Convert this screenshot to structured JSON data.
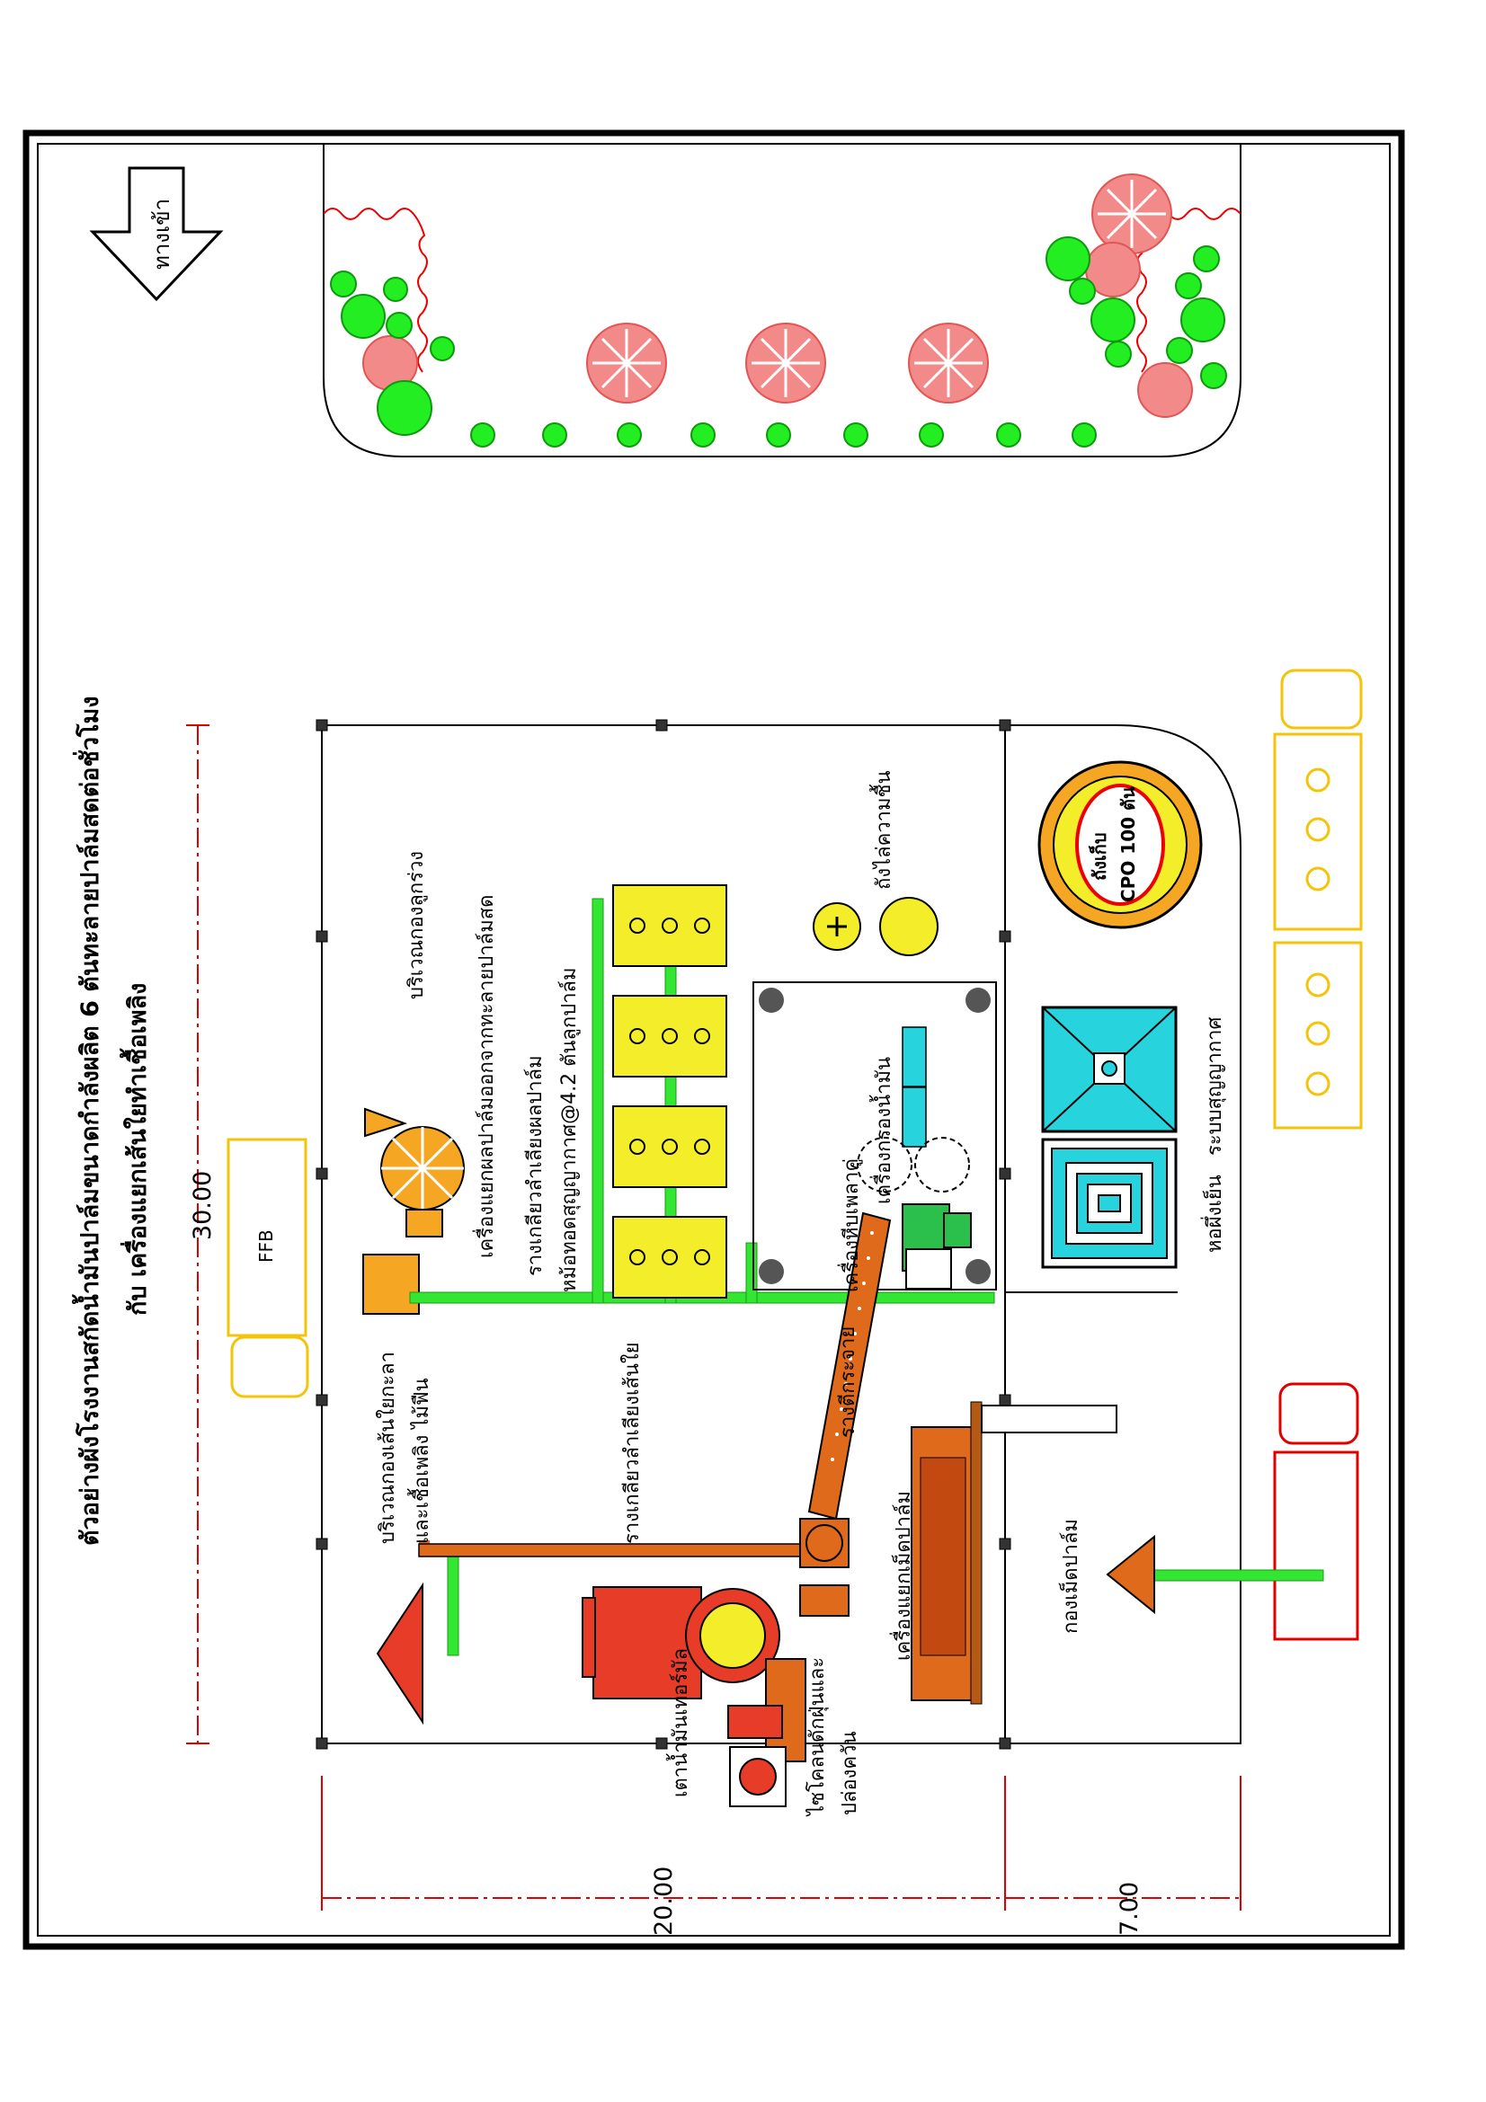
{
  "title": {
    "line1": "ตัวอย่างผังโรงงานสกัดน้ำมันปาล์มขนาดกำลังผลิต  6  ตันทะลายปาล์มสดต่อชั่วโมง",
    "line2": "กับ  เครื่องแยกเส้นใยทำเชื้อเพลิง"
  },
  "entrance": {
    "label": "ทางเข้า"
  },
  "dimensions": {
    "top": "30.00",
    "left_1": "20.00",
    "left_2": "7.00"
  },
  "trucks": {
    "ffb_label": "FFB"
  },
  "labels": {
    "husk_area": "บริเวณกองลูกร่วง",
    "bunch_stripper": "เครื่องแยกผลปาล์มออกจากทะลายปาล์มสด",
    "feed_rail": "รางเกลียวลำเลียงผลปาล์ม",
    "sterilizer": "หม้อทอดสุญญากาศ@4.2 ตันลูกปาล์ม",
    "presser": "เครื่องหีบเพลาคู่",
    "oil_filter": "เครื่องกรองน้ำมัน",
    "moisture_tank": "ถังไล่ความชื้น",
    "storage_tank_1": "ถังเก็บ",
    "storage_tank_2": "CPO 100 ตัน",
    "fiber_pile_1": "บริเวณกองเส้นใยกะลา",
    "fiber_pile_2": "และเชื้อเพลิง ไม้ฟืน",
    "fiber_conveyor": "รางเกลียวลำเลียงเส้นใย",
    "distributor": "รางตีกระจาย",
    "nut_separator": "เครื่องแยกเม็ดปาล์ม",
    "nut_pile": "กองเม็ดปาล์ม",
    "cooling_tower": "หอผึ่งเย็น",
    "vacuum_system": "ระบบสุญญากาศ",
    "boiler": "เตาน้ำมันเทอร์มัล",
    "cyclone_1": "ไซโคลนดักฝุ่นและ",
    "cyclone_2": "ปล่องควัน"
  },
  "colors": {
    "conveyor": "#32e632",
    "equipment_red": "#e63c28",
    "equipment_orange": "#e06a1c",
    "yellow": "#f4ee2a",
    "cyan": "#27d3dc",
    "tree_green": "#22ee22",
    "tree_pink": "#f28a8a",
    "dimension": "#e00000",
    "truck_yellow": "#f3c40a"
  }
}
